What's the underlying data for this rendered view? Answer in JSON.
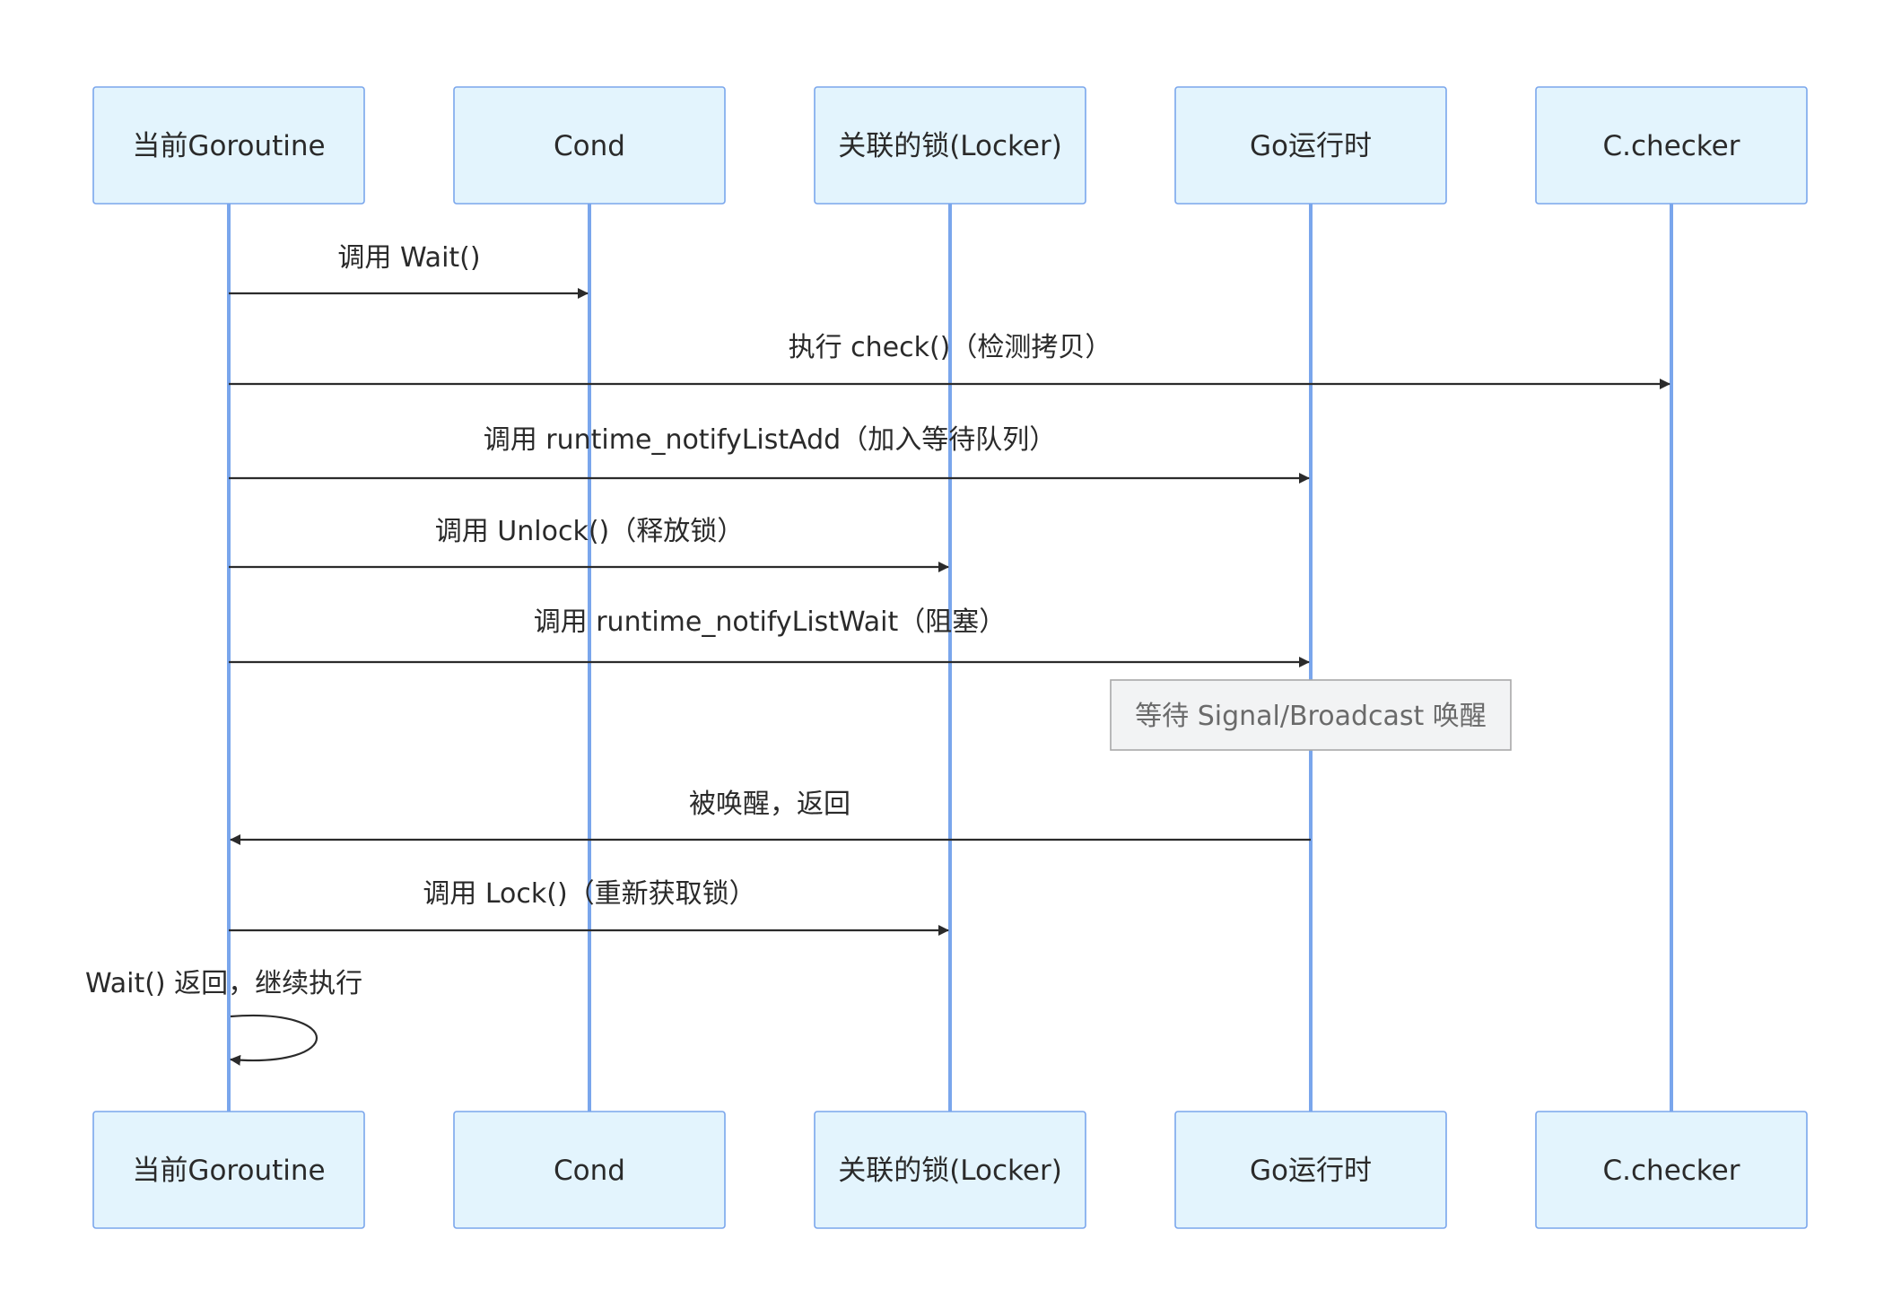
{
  "actors": [
    {
      "id": "goroutine",
      "label": "当前Goroutine"
    },
    {
      "id": "cond",
      "label": "Cond"
    },
    {
      "id": "locker",
      "label": "关联的锁(Locker)"
    },
    {
      "id": "runtime",
      "label": "Go运行时"
    },
    {
      "id": "checker",
      "label": "C.checker"
    }
  ],
  "messages": [
    {
      "from": "goroutine",
      "to": "cond",
      "text": "调用 Wait()"
    },
    {
      "from": "goroutine",
      "to": "checker",
      "text": "执行 check()（检测拷贝）"
    },
    {
      "from": "goroutine",
      "to": "runtime",
      "text": "调用 runtime_notifyListAdd（加入等待队列）"
    },
    {
      "from": "goroutine",
      "to": "locker",
      "text": "调用 Unlock()（释放锁）"
    },
    {
      "from": "goroutine",
      "to": "runtime",
      "text": "调用 runtime_notifyListWait（阻塞）"
    },
    {
      "from": "runtime",
      "to": "goroutine",
      "text": "被唤醒，返回"
    },
    {
      "from": "goroutine",
      "to": "locker",
      "text": "调用 Lock()（重新获取锁）"
    },
    {
      "from": "goroutine",
      "to": "goroutine",
      "text": "Wait() 返回，继续执行"
    }
  ],
  "note": {
    "over": "runtime",
    "text": "等待 Signal/Broadcast 唤醒"
  },
  "colors": {
    "actor_fill": "#e3f4fd",
    "actor_border": "#7aa6ec",
    "lifeline": "#7aa6ec",
    "message_line": "#2b2b2b",
    "note_fill": "#f2f3f4",
    "note_border": "#a8a8a8"
  }
}
